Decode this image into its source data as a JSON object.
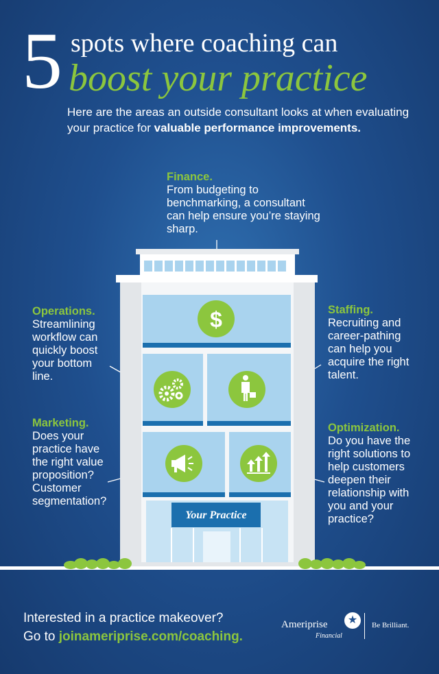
{
  "title": {
    "number": "5",
    "line1": "spots where coaching can",
    "line2": "boost your practice"
  },
  "intro": {
    "text": "Here are the areas an outside consultant looks at when evaluating your practice for",
    "bold": "valuable performance improvements."
  },
  "callouts": {
    "finance": {
      "heading": "Finance.",
      "body": "From budgeting to benchmarking, a consultant can help ensure you’re staying sharp."
    },
    "operations": {
      "heading": "Operations.",
      "body": "Streamlining workflow can quickly boost your bottom line."
    },
    "staffing": {
      "heading": "Staffing.",
      "body": "Recruiting and career-pathing can help you acquire the right talent."
    },
    "marketing": {
      "heading": "Marketing.",
      "body": "Does your practice have the right value proposition? Customer segmentation?"
    },
    "optimization": {
      "heading": "Optimization.",
      "body": "Do you have the right solutions to help customers deepen their relationship with you and your practice?"
    }
  },
  "building": {
    "sign": "Your Practice",
    "icons": [
      "dollar-icon",
      "gears-icon",
      "businessperson-icon",
      "megaphone-icon",
      "growth-arrows-icon"
    ]
  },
  "footer": {
    "line1": "Interested in a practice makeover?",
    "line2_prefix": "Go to",
    "link": "joinameriprise.com/coaching."
  },
  "logo": {
    "name": "Ameriprise",
    "sub": "Financial",
    "tagline": "Be Brilliant."
  },
  "colors": {
    "accent_green": "#8cc63e",
    "background_blue": "#1f4f8e",
    "window_blue": "#a9d3ee",
    "stripe_blue": "#1b6fae"
  }
}
